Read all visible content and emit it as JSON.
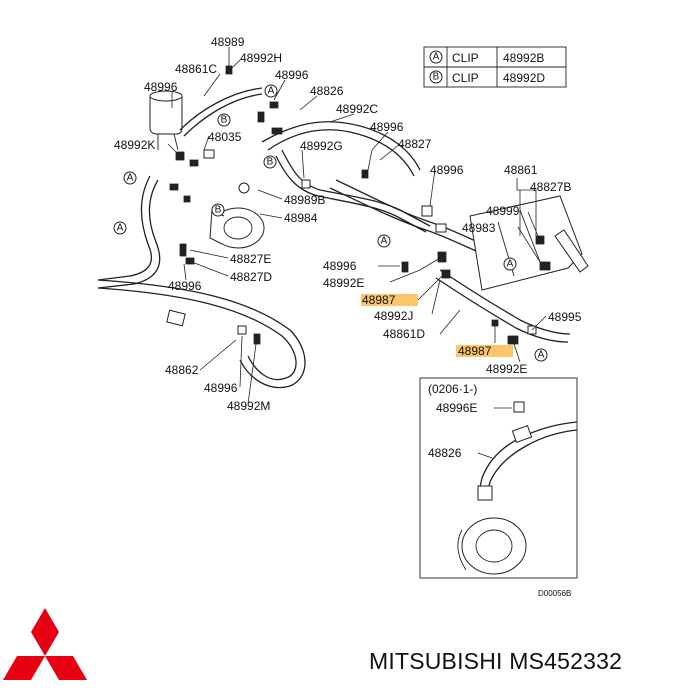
{
  "diagram": {
    "table": {
      "rows": [
        {
          "symbol": "A",
          "kind": "CLIP",
          "part": "48992B"
        },
        {
          "symbol": "B",
          "kind": "CLIP",
          "part": "48992D"
        }
      ]
    },
    "labels": {
      "l48989": "48989",
      "l48992H": "48992H",
      "l48861C": "48861C",
      "l48996a": "48996",
      "l48996b": "48996",
      "l48826a": "48826",
      "l48992C": "48992C",
      "l48996c": "48996",
      "l48035": "48035",
      "l48992K": "48992K",
      "l48992G": "48992G",
      "l48827": "48827",
      "l48996d": "48996",
      "l48861": "48861",
      "l48827B": "48827B",
      "l48989B": "48989B",
      "l48984": "48984",
      "l48999": "48999",
      "l48983": "48983",
      "l48827E": "48827E",
      "l48827D": "48827D",
      "l48996e": "48996",
      "l48996f": "48996",
      "l48992E": "48992E",
      "l48987a": "48987",
      "l48992J": "48992J",
      "l48995": "48995",
      "l48861D": "48861D",
      "l48987b": "48987",
      "l48862": "48862",
      "l48992Eb": "48992E",
      "l48996g": "48996",
      "l48992M": "48992M"
    },
    "inset": {
      "header": "(0206·1-)",
      "l48996E": "48996E",
      "l48826": "48826"
    },
    "code": "D00056B",
    "highlight_color": "#f8b13a"
  },
  "brand": {
    "name": "MITSUBISHI MS452332",
    "logo_color": "#e60012"
  }
}
